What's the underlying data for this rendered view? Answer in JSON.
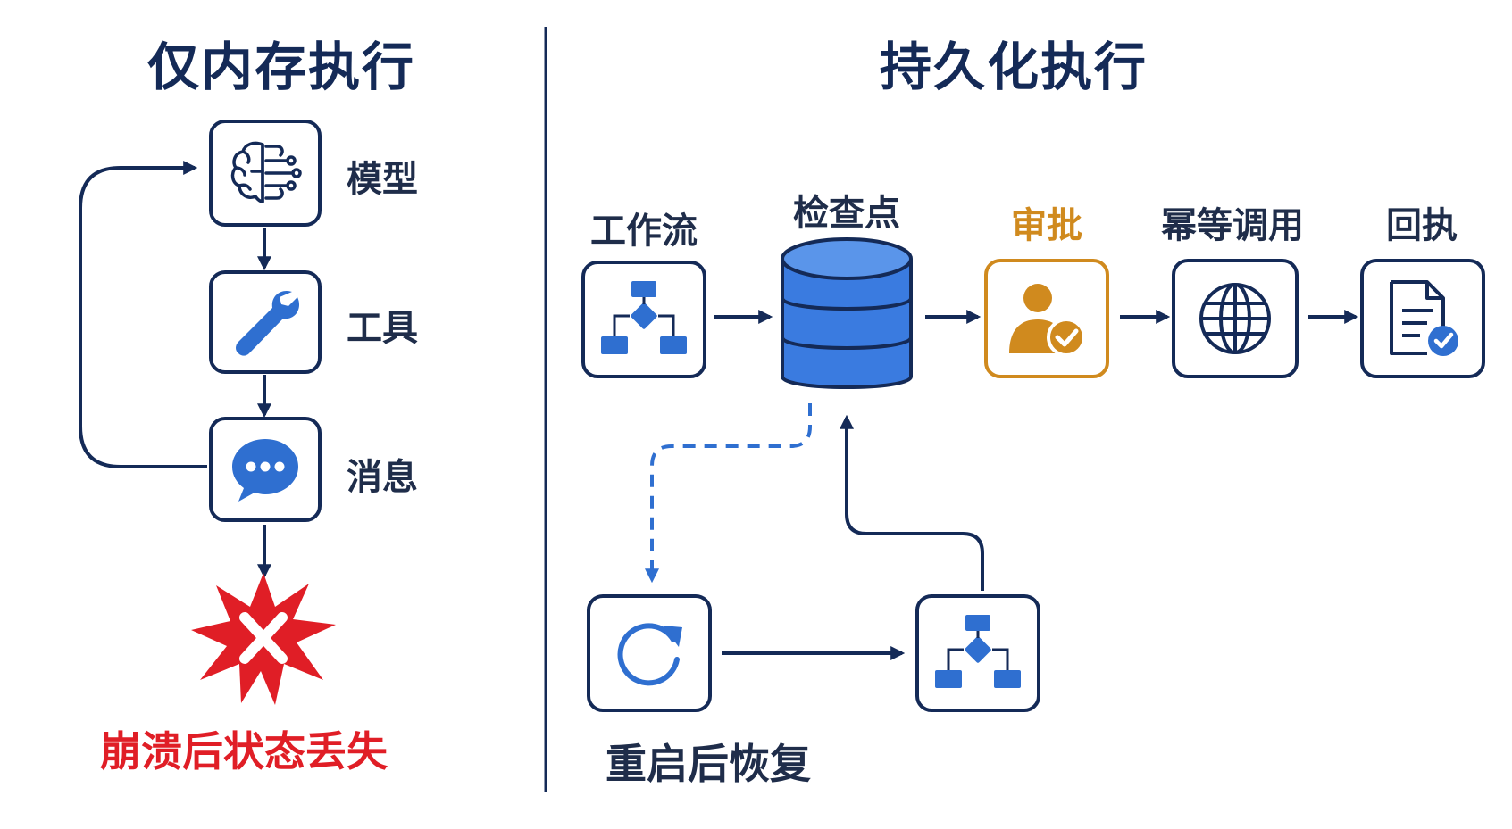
{
  "left": {
    "title": "仅内存执行",
    "steps": [
      {
        "label": "模型",
        "icon": "brain-icon"
      },
      {
        "label": "工具",
        "icon": "wrench-icon"
      },
      {
        "label": "消息",
        "icon": "chat-bubble-icon"
      }
    ],
    "crash_label": "崩溃后状态丢失",
    "crash_icon": "crash-x-icon"
  },
  "right": {
    "title": "持久化执行",
    "workflow_label": "工作流",
    "checkpoint_label": "检查点",
    "approval_label": "审批",
    "idempotent_label": "幂等调用",
    "return_label": "回执",
    "restart_label": "重启后恢复"
  },
  "colors": {
    "navy": "#142a57",
    "blue": "#2f6fd0",
    "orange": "#d08a1e",
    "red": "#e01e26"
  }
}
